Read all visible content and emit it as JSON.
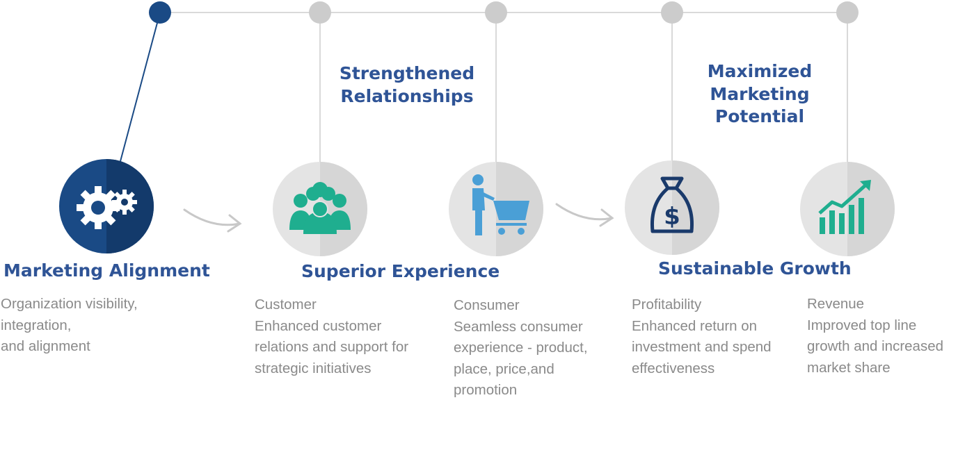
{
  "colors": {
    "navy": "#1a4a85",
    "navy_dark": "#133a6b",
    "heading_blue": "#2f5496",
    "teal": "#1fae8f",
    "light_blue": "#4a9fd6",
    "node_gray": "#e4e4e4",
    "node_gray_dark": "#d6d6d6",
    "line_gray": "#d9d9d9",
    "text_gray": "#8a8a8a"
  },
  "headings": {
    "strengthened": [
      "Strengthened",
      "Relationships"
    ],
    "maximized": [
      "Maximized",
      "Marketing",
      "Potential"
    ],
    "marketing_alignment": "Marketing Alignment",
    "superior_experience": "Superior Experience",
    "sustainable_growth": "Sustainable Growth"
  },
  "descriptions": {
    "alignment": [
      "Organization visibility,",
      "integration,",
      "and alignment"
    ],
    "customer": [
      "Customer",
      "Enhanced customer",
      "relations and support for",
      "strategic initiatives"
    ],
    "consumer": [
      "Consumer",
      "Seamless consumer",
      "experience - product,",
      "place, price,and",
      "promotion"
    ],
    "profitability": [
      "Profitability",
      "Enhanced return on",
      "investment and spend",
      "effectiveness"
    ],
    "revenue": [
      "Revenue",
      "Improved top line",
      "growth and increased",
      "market share"
    ]
  },
  "icons": {
    "alignment": "gears-icon",
    "customer": "people-group-icon",
    "consumer": "shopping-cart-person-icon",
    "profitability": "money-bag-icon",
    "revenue": "growth-chart-icon"
  }
}
